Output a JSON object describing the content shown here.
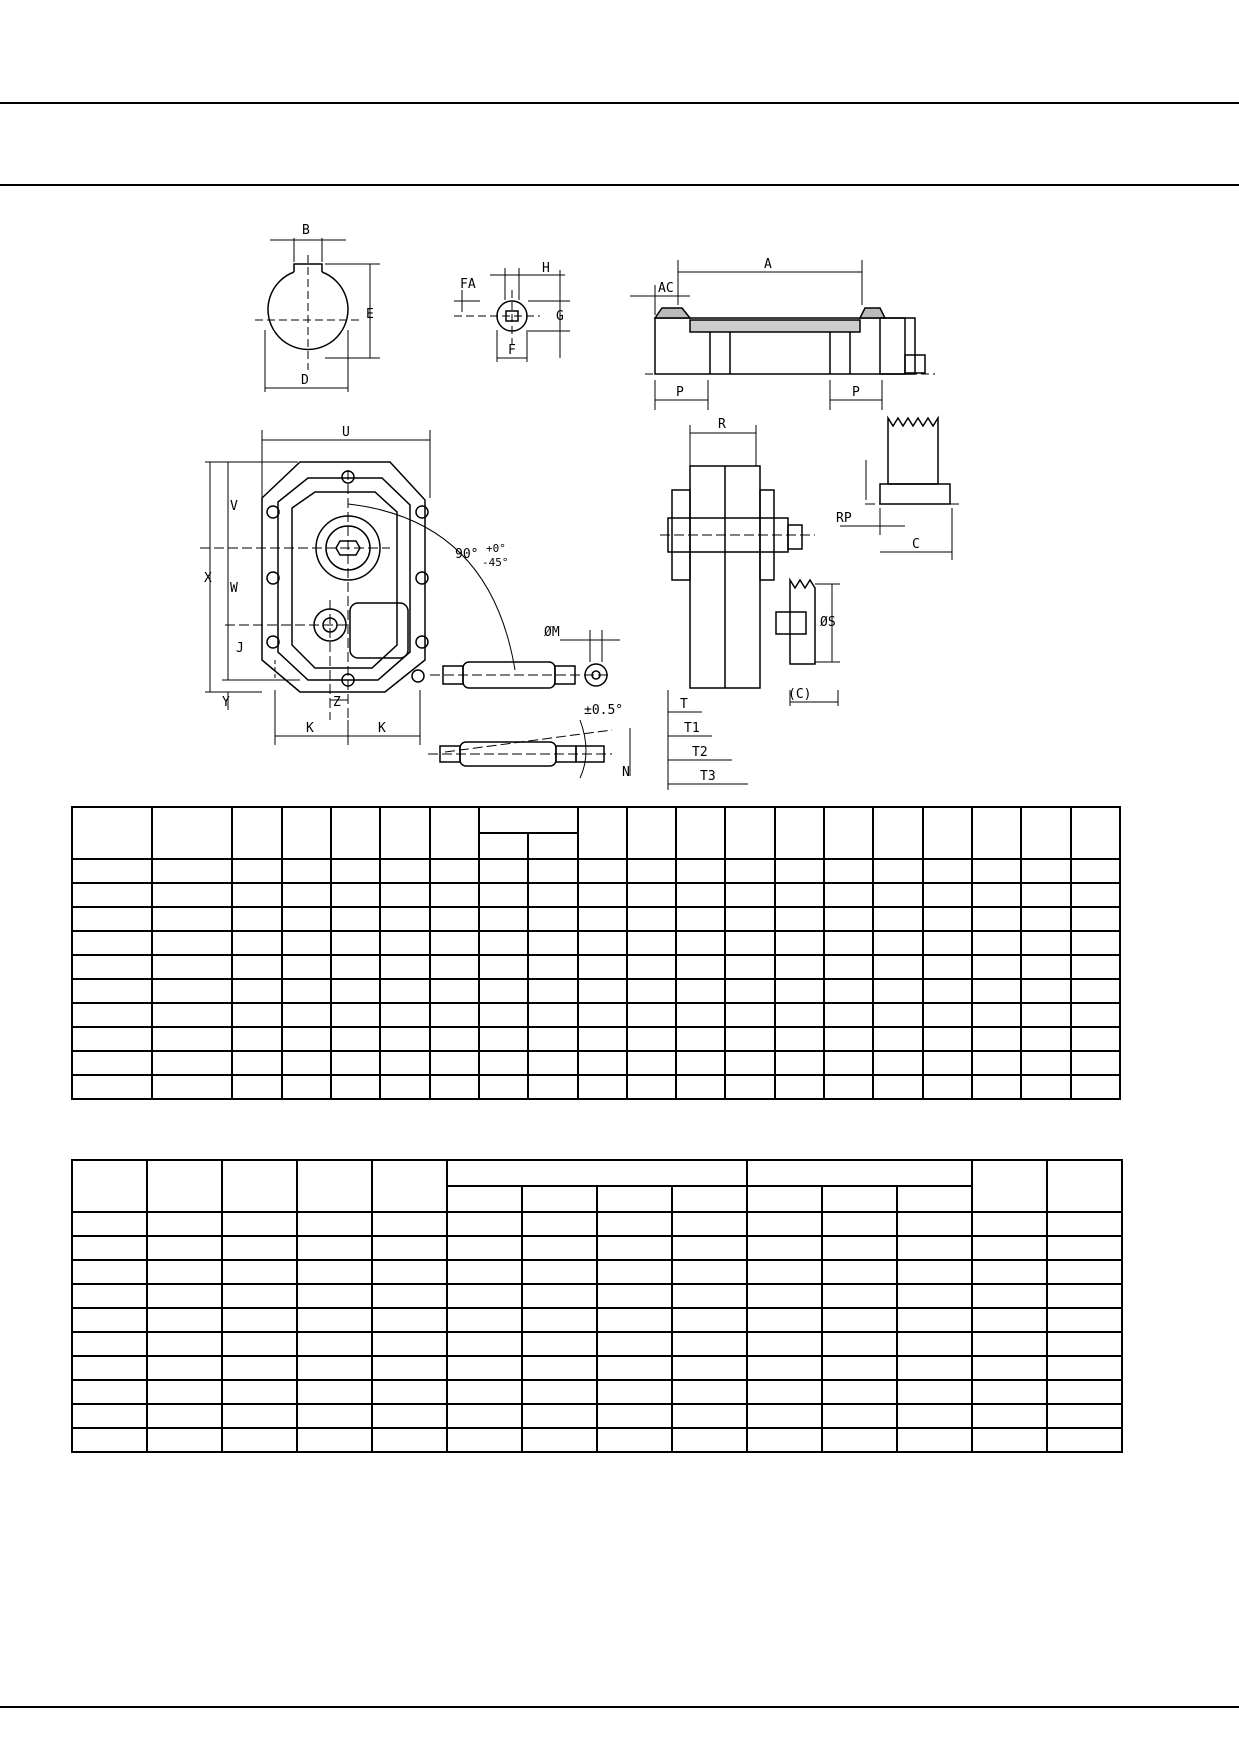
{
  "drawing": {
    "labels": {
      "B": "B",
      "E": "E",
      "D": "D",
      "FA": "FA",
      "H": "H",
      "G": "G",
      "F": "F",
      "A": "A",
      "AC": "AC",
      "P_left": "P",
      "P_right": "P",
      "R": "R",
      "RP": "RP",
      "C": "C",
      "U": "U",
      "X": "X",
      "V": "V",
      "W": "W",
      "J": "J",
      "Y": "Y",
      "Z": "Z",
      "K_left": "K",
      "K_right": "K",
      "angle": "90°",
      "angle_plus": "+0°",
      "angle_minus": "-45°",
      "phiM": "ØM",
      "phiS": "ØS",
      "C_paren": "(C)",
      "tilt": "±0.5°",
      "N": "N",
      "T": "T",
      "T1": "T1",
      "T2": "T2",
      "T3": "T3"
    }
  },
  "table1": {
    "columns": 20,
    "rows": 12
  },
  "table2": {
    "columns": 14,
    "rows": 12
  }
}
